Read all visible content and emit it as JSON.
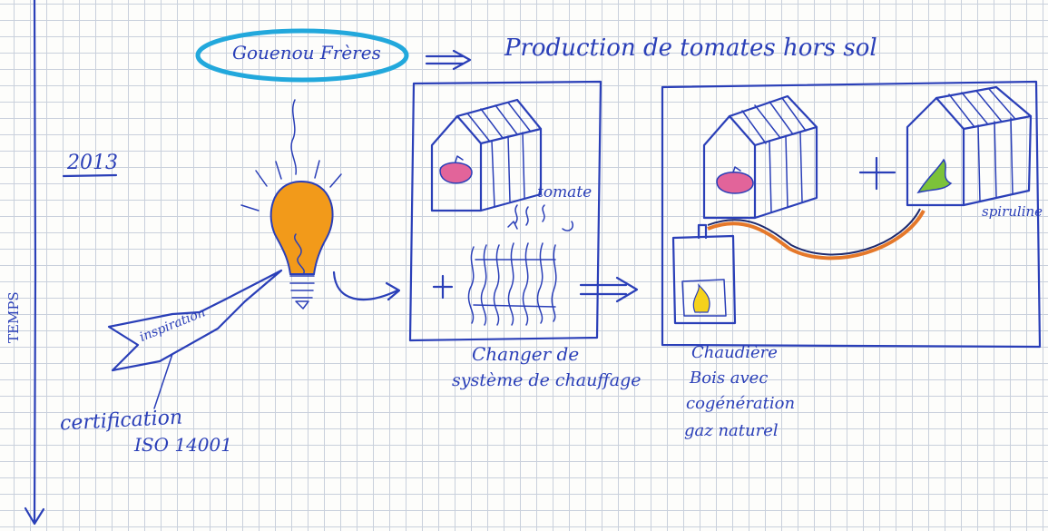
{
  "title": {
    "company": "Gouenou Frères",
    "activity": "Production de tomates hors sol"
  },
  "timeline": {
    "axis_label": "TEMPS",
    "year": "2013"
  },
  "idea": {
    "inspiration": "inspiration",
    "certification_line1": "certification",
    "certification_line2": "ISO 14001"
  },
  "step1": {
    "crop_label": "tomate",
    "caption_line1": "Changer de",
    "caption_line2": "système de chauffage"
  },
  "step2": {
    "second_crop_label": "spiruline",
    "caption_line1": "Chaudière",
    "caption_line2": "Bois avec",
    "caption_line3": "cogénération",
    "caption_line4": "gaz naturel"
  },
  "colors": {
    "ink": "#2a3fb8",
    "highlight_oval": "#22a8dc",
    "bulb": "#f29a1a",
    "tomato": "#e2649a",
    "spirulina": "#7cc23a",
    "flame": "#f5d21c",
    "pipe": "#e5782a"
  }
}
